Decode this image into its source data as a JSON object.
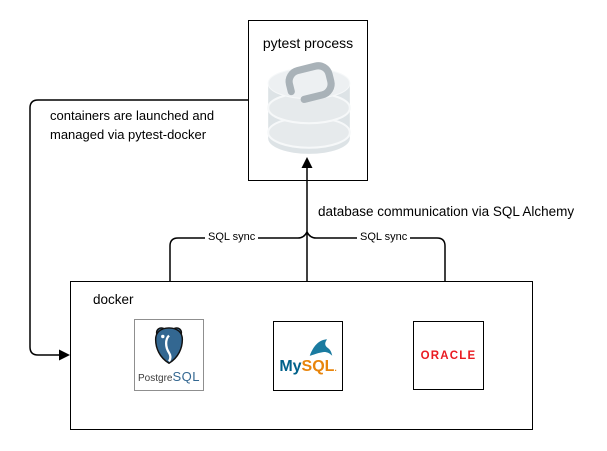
{
  "pytest_box": {
    "label": "pytest process"
  },
  "docker_box": {
    "label": "docker"
  },
  "notes": {
    "containers_line1": "containers are launched and",
    "containers_line2": "managed via pytest-docker",
    "sqlalchemy": "database communication via SQL Alchemy"
  },
  "edges": {
    "sql_sync_left": "SQL sync",
    "sql_sync_right": "SQL sync"
  },
  "logos": {
    "postgresql": {
      "prefix": "Postgre",
      "suffix": "SQL",
      "brand_color": "#336791"
    },
    "mysql": {
      "prefix": "My",
      "suffix": "SQL",
      "tm": ".",
      "prefix_color": "#00618a",
      "suffix_color": "#e8850c"
    },
    "oracle": {
      "label": "ORACLE",
      "brand_color": "#ea1b22"
    }
  },
  "icons": {
    "database_stack": "database-stack-icon",
    "postgresql_elephant": "postgresql-elephant-icon",
    "mysql_dolphin": "mysql-dolphin-icon"
  },
  "colors": {
    "line": "#000000",
    "stack_body": "#dde3e6",
    "stack_top": "#edf0f2",
    "stack_glyph": "#a9b2b8"
  }
}
